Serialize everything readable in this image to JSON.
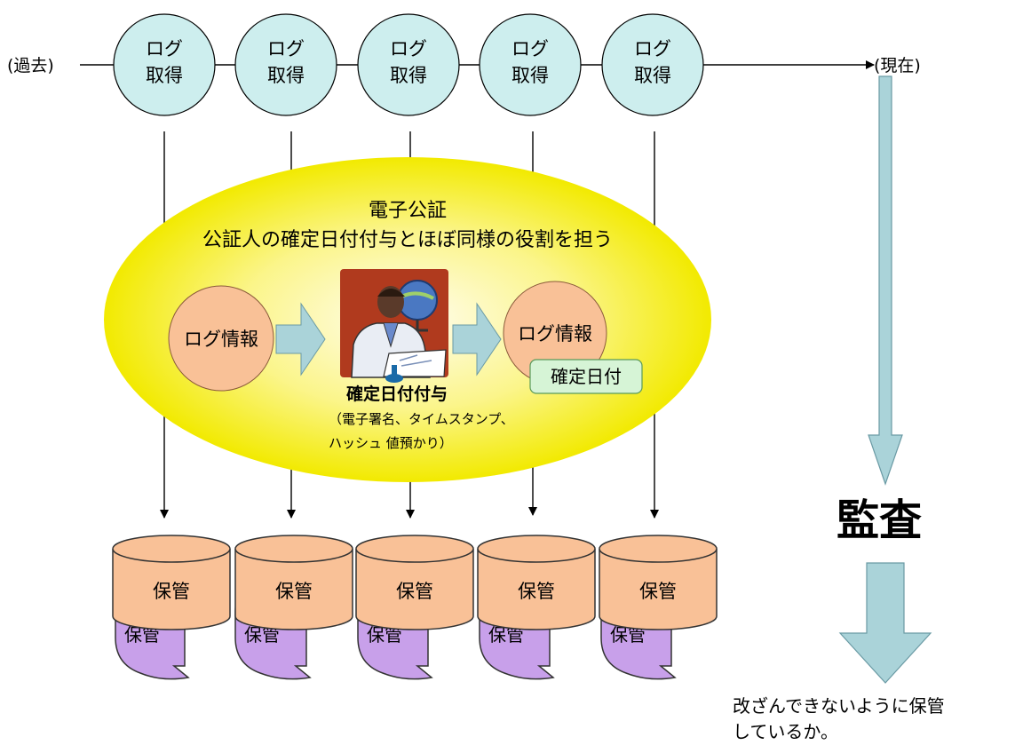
{
  "timeline": {
    "past_label": "(過去)",
    "present_label": "(現在)"
  },
  "log_nodes": [
    {
      "line1": "ログ",
      "line2": "取得"
    },
    {
      "line1": "ログ",
      "line2": "取得"
    },
    {
      "line1": "ログ",
      "line2": "取得"
    },
    {
      "line1": "ログ",
      "line2": "取得"
    },
    {
      "line1": "ログ",
      "line2": "取得"
    }
  ],
  "notarization": {
    "title": "電子公証",
    "subtitle": "公証人の確定日付付与とほぼ同様の役割を担う",
    "input_label": "ログ情報",
    "output_label": "ログ情報",
    "date_tag": "確定日付",
    "process_label": "確定日付付与",
    "process_note_line1": "（電子署名、タイムスタンプ、",
    "process_note_line2": "ハッシュ 値預かり）"
  },
  "storage": [
    {
      "label": "保管",
      "shadow_label": "保管"
    },
    {
      "label": "保管",
      "shadow_label": "保管"
    },
    {
      "label": "保管",
      "shadow_label": "保管"
    },
    {
      "label": "保管",
      "shadow_label": "保管"
    },
    {
      "label": "保管",
      "shadow_label": "保管"
    }
  ],
  "audit": {
    "label": "監査",
    "question_line1": "改ざんできないように保管",
    "question_line2": "しているか。"
  },
  "colors": {
    "log_node_fill": "#cdeeee",
    "ellipse_fill": "#f4f000",
    "ellipse_center": "#fdfbe0",
    "info_circle_fill": "#f9c197",
    "arrow_fill": "#aad3d9",
    "date_tag_fill": "#d6f4d6",
    "cylinder_fill": "#f9c197",
    "purple_shape_fill": "#c8a0ea"
  },
  "icons": {
    "notary": "notary-person-at-desk-icon",
    "storage": "database-cylinder-icon",
    "storage_shadow": "document-scroll-icon"
  }
}
